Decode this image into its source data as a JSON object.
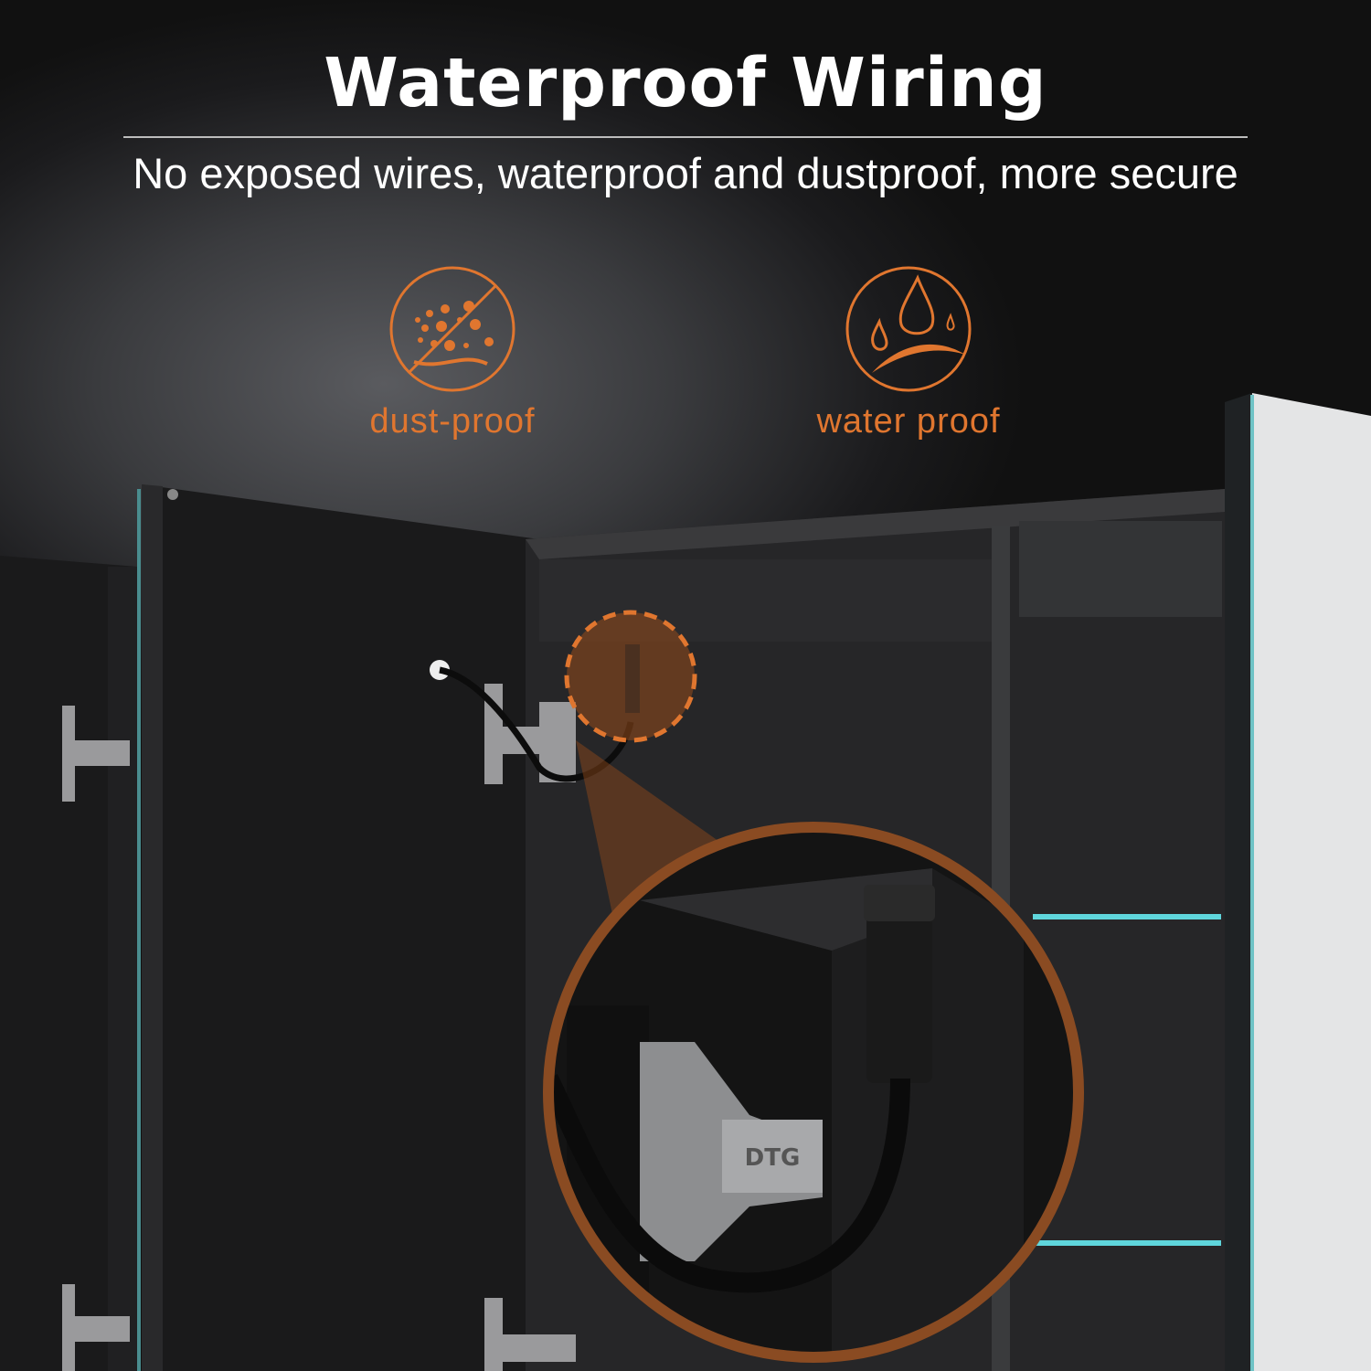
{
  "header": {
    "title": "Waterproof Wiring",
    "subtitle": "No exposed wires, waterproof and dustproof, more secure"
  },
  "features": [
    {
      "label": "dust-proof",
      "icon": "dust-proof-icon"
    },
    {
      "label": "water proof",
      "icon": "water-drop-icon"
    }
  ],
  "product": {
    "hinge_brand": "DTG"
  },
  "colors": {
    "accent": "#e0762f",
    "background": "#1b1b1d",
    "shelf_glow": "#5fd6dc"
  }
}
